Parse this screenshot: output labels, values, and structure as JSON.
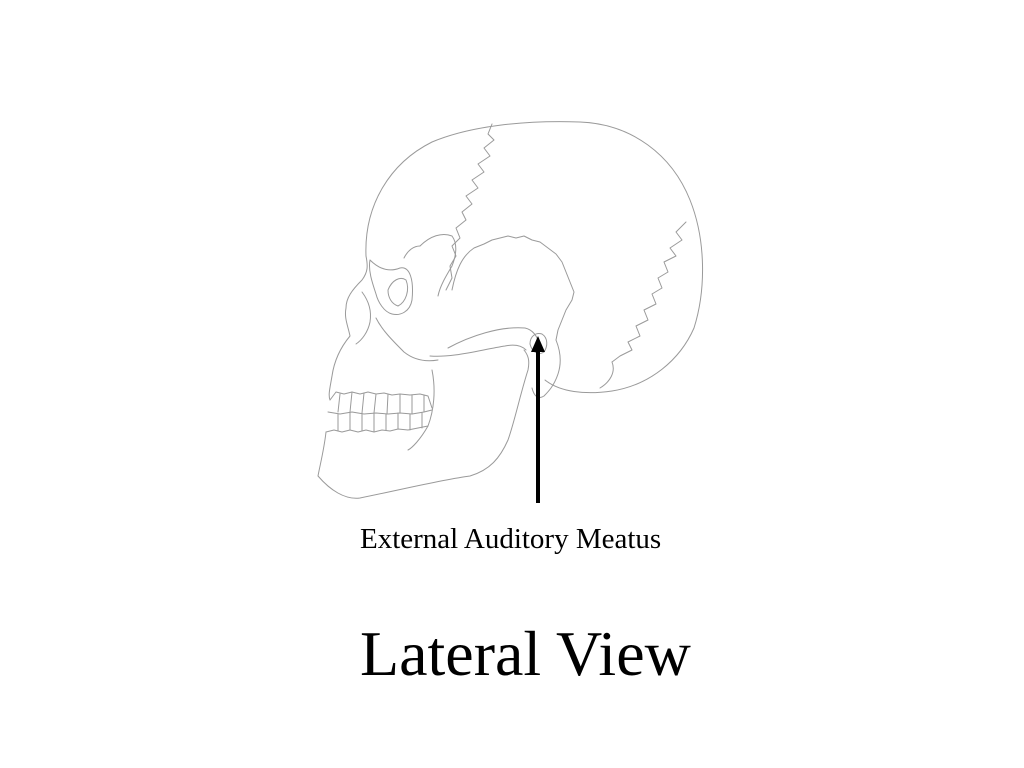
{
  "slide": {
    "title": "Lateral View",
    "label": "External Auditory Meatus"
  },
  "colors": {
    "background": "#ffffff",
    "outline": "#9a9a9a",
    "text": "#000000",
    "arrow": "#000000"
  },
  "icons": {
    "figure": "skull-lateral-outline",
    "pointer": "arrow-up"
  }
}
